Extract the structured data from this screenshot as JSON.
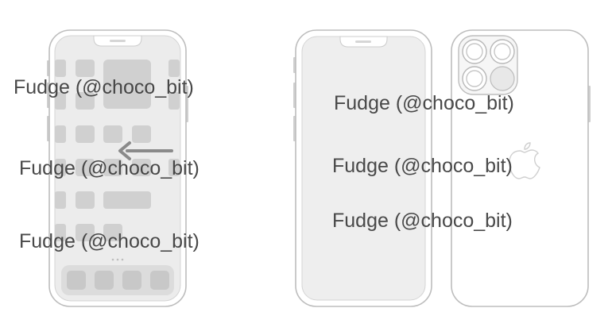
{
  "watermarks": {
    "w1": "Fudge (@choco_bit)",
    "w2": "Fudge (@choco_bit)",
    "w3": "Fudge (@choco_bit)",
    "w4": "Fudge (@choco_bit)",
    "w5": "Fudge (@choco_bit)",
    "w6": "Fudge (@choco_bit)"
  },
  "colors": {
    "outline": "#bdbdbd",
    "screen_fill": "#eeeeee",
    "app_tile": "#cfcfcf",
    "arrow": "#8a8a8a",
    "watermark_text": "#3a3a3a"
  },
  "icons": {
    "left_phone_arrow": "left-arrow-icon",
    "back_logo": "apple-logo-icon"
  }
}
